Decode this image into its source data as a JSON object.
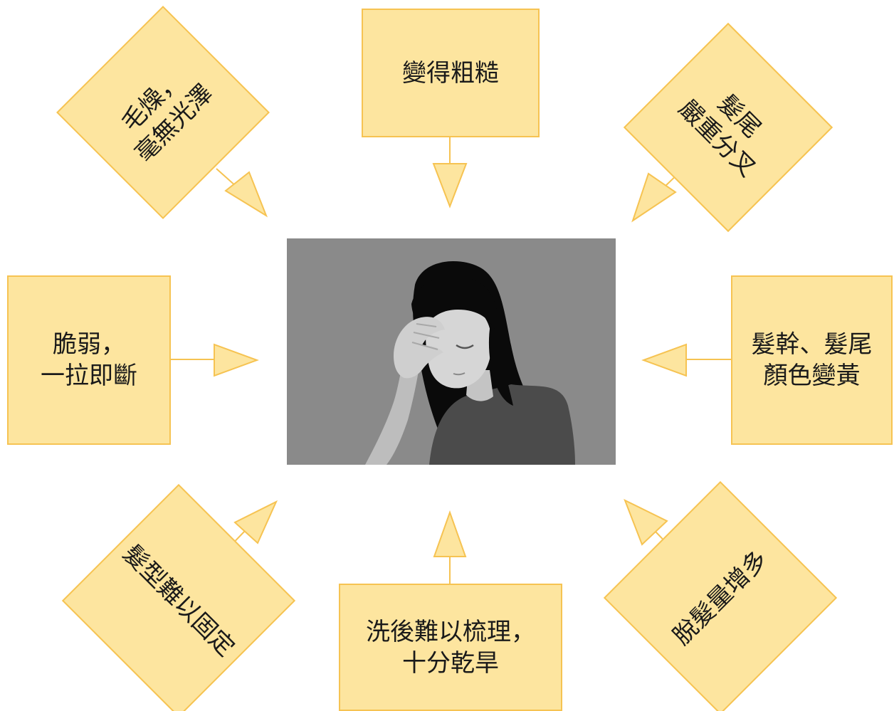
{
  "diagram": {
    "center": {
      "image": "woman-holding-head-figure"
    },
    "nodes": [
      {
        "id": "top",
        "text": "變得粗糙"
      },
      {
        "id": "top-left",
        "text": "毛燥，\n毫無光澤"
      },
      {
        "id": "top-right",
        "text": "髮尾\n嚴重分叉"
      },
      {
        "id": "left",
        "text": "脆弱，\n一拉即斷"
      },
      {
        "id": "right",
        "text": "髮幹、髮尾\n顏色變黃"
      },
      {
        "id": "bottom-left",
        "text": "髮型難以固定"
      },
      {
        "id": "bottom",
        "text": "洗後難以梳理，\n十分乾旱"
      },
      {
        "id": "bottom-right",
        "text": "脫髮量增多"
      }
    ],
    "colors": {
      "box_fill": "#fde59f",
      "box_border": "#f6c352",
      "figure_background": "#8a8a8a"
    }
  }
}
